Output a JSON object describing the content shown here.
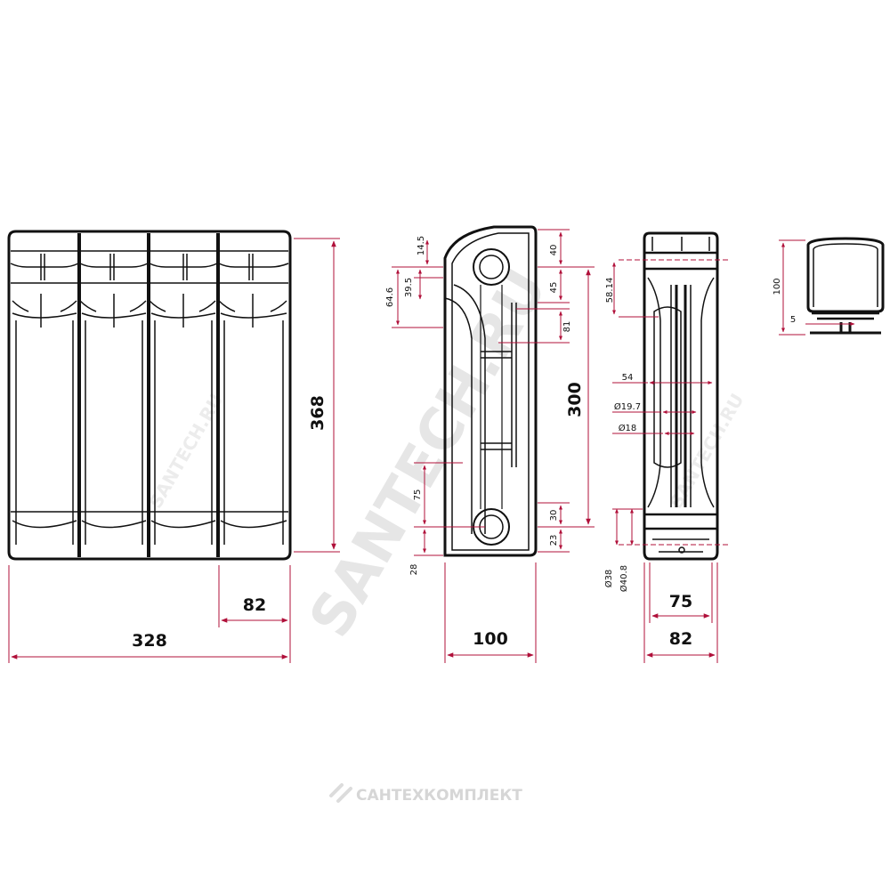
{
  "colors": {
    "dimension": "#b0103a",
    "outline": "#111111",
    "watermark": "#e4e4e4",
    "footer": "#dcdcdc"
  },
  "front_view": {
    "total_width": "328",
    "height": "368",
    "section_width": "82"
  },
  "side_view": {
    "depth": "100",
    "axis_distance": "300",
    "dim_40": "40",
    "dim_45": "45",
    "dim_58_14": "58.14",
    "dim_81": "81",
    "dim_14_5": "14.5",
    "dim_39_5": "39.5",
    "dim_64_6": "64.6",
    "dim_75": "75",
    "dim_28": "28",
    "dim_30": "30",
    "dim_23": "23"
  },
  "section_view": {
    "dim_54": "54",
    "d_19_7": "Ø19.7",
    "d_18": "Ø18",
    "d_38": "Ø38",
    "d_40_8": "Ø40.8",
    "width_75": "75",
    "width_82": "82"
  },
  "top_view": {
    "dim_100": "100",
    "dim_5": "5"
  },
  "watermarks": {
    "main": "SANTECH.RU",
    "small": "SANTECH.RU"
  },
  "footer": {
    "brand": "САНТЕХКОМПЛЕКТ",
    "logo_icon": "brand-logo-icon"
  }
}
